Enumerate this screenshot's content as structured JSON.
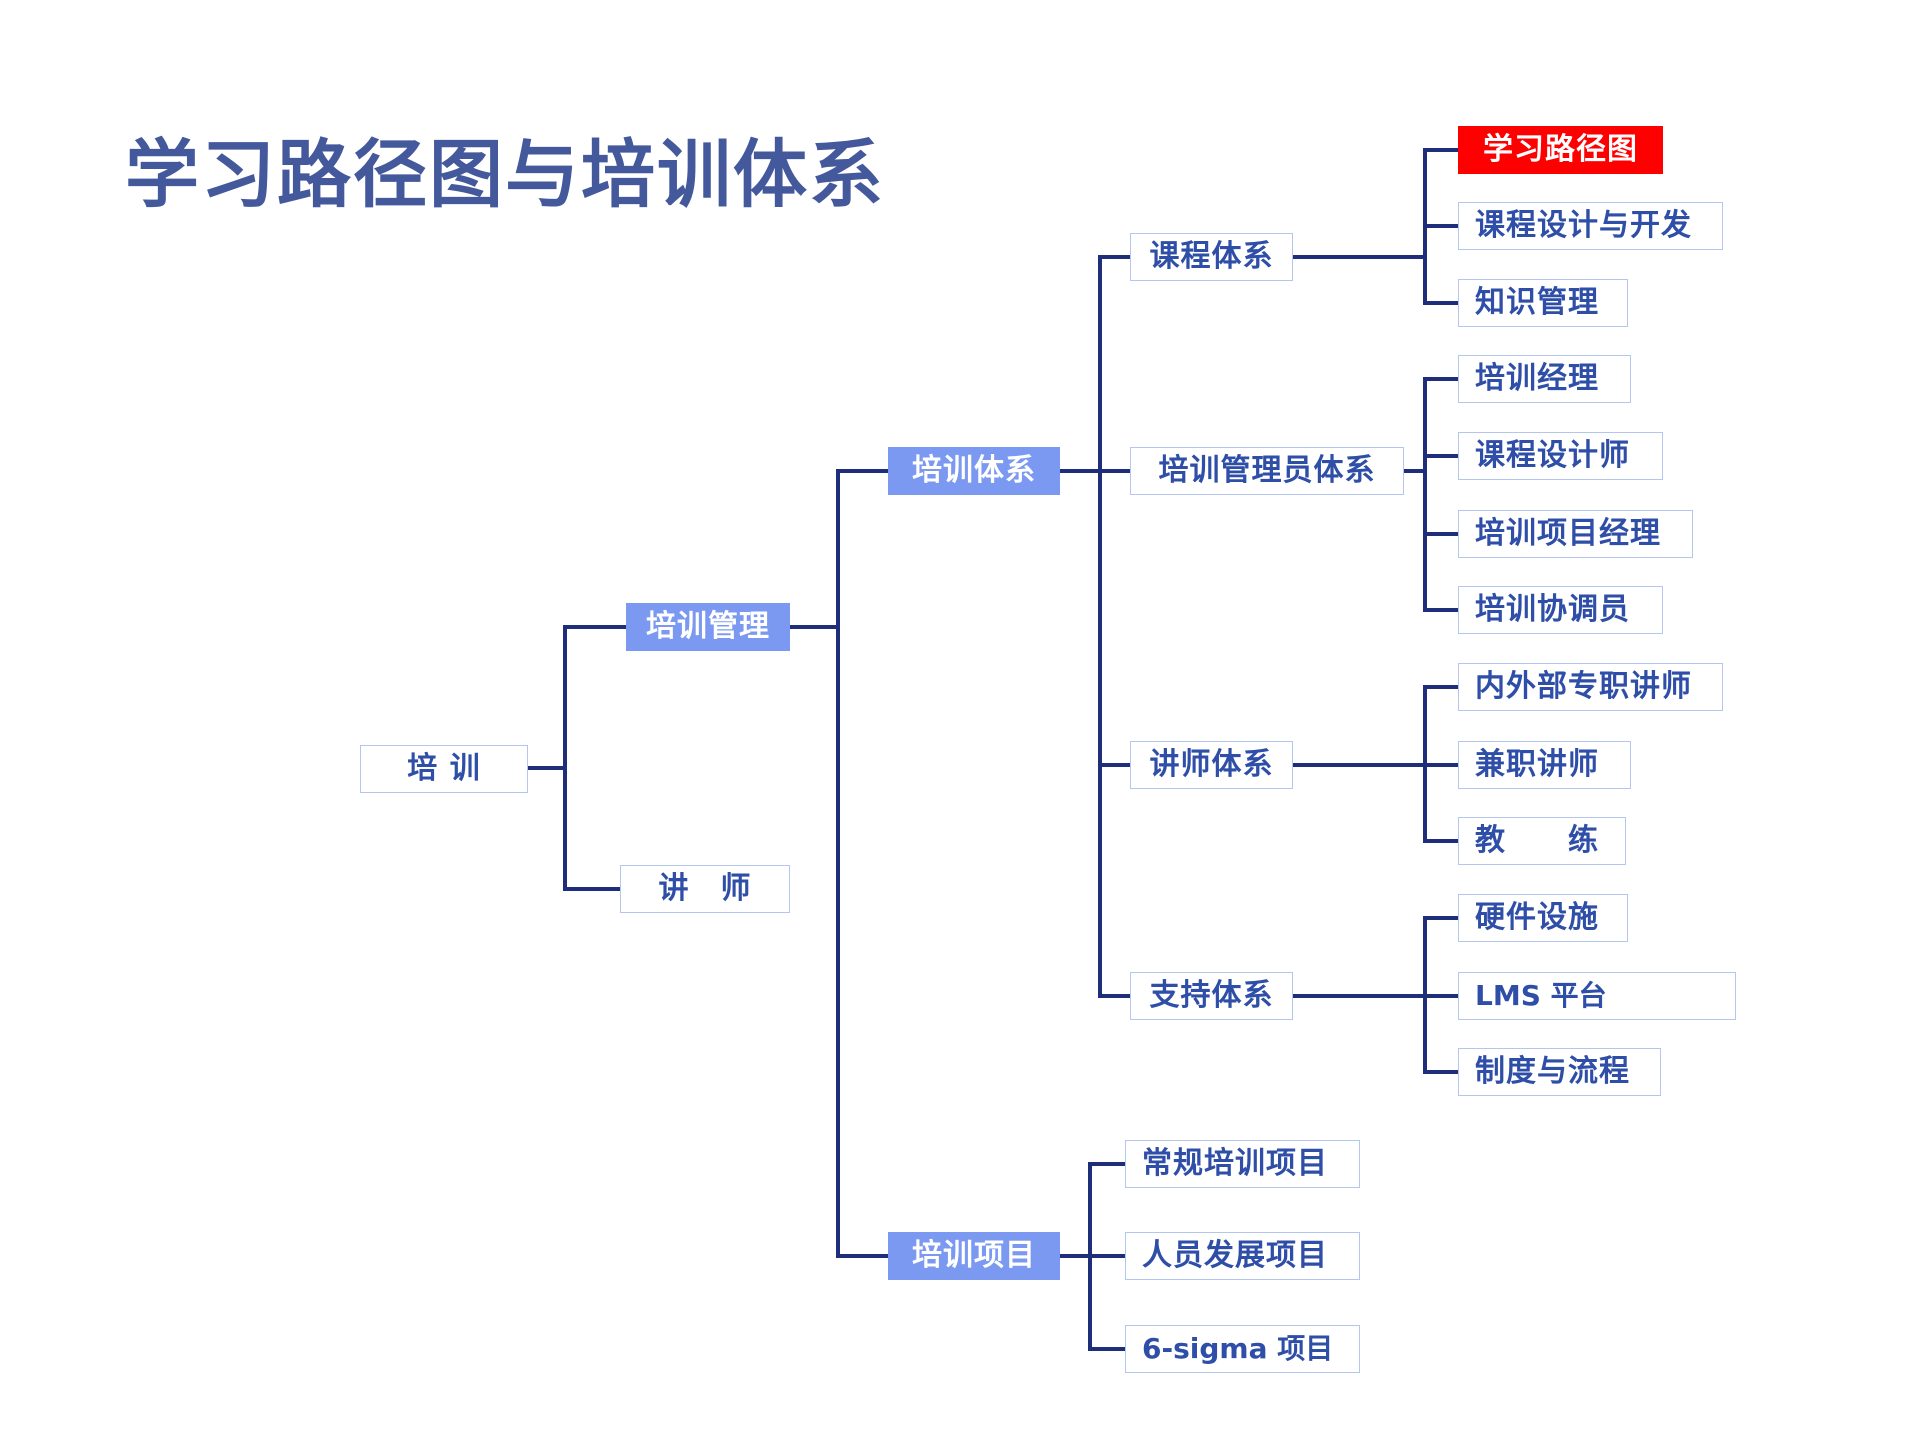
{
  "slide": {
    "title": "学习路径图与培训体系",
    "background_color": "#FFFFFF",
    "title_color": "#44589C"
  },
  "theme": {
    "node_text_color": "#2E4EA8",
    "node_border_color": "#B3C6F0",
    "node_fill_color": "#7B99F0",
    "highlight_fill_color": "#FF0000",
    "highlight_text_color": "#FFFFFF",
    "connector_color": "#1F2E7A"
  },
  "tree": {
    "root": {
      "label": "培  训",
      "style": "plain"
    },
    "level1": [
      {
        "label": "培训管理",
        "style": "filled"
      },
      {
        "label": "讲　师",
        "style": "plain"
      }
    ],
    "level2": [
      {
        "label": "培训体系",
        "style": "filled"
      },
      {
        "label": "培训项目",
        "style": "filled"
      }
    ],
    "level3": [
      {
        "label": "课程体系",
        "style": "plain"
      },
      {
        "label": "培训管理员体系",
        "style": "plain"
      },
      {
        "label": "讲师体系",
        "style": "plain"
      },
      {
        "label": "支持体系",
        "style": "plain"
      }
    ],
    "course_system_children": [
      {
        "label": "学习路径图",
        "style": "alert"
      },
      {
        "label": "课程设计与开发",
        "style": "plain"
      },
      {
        "label": "知识管理",
        "style": "plain"
      }
    ],
    "admin_system_children": [
      {
        "label": "培训经理",
        "style": "plain"
      },
      {
        "label": "课程设计师",
        "style": "plain"
      },
      {
        "label": "培训项目经理",
        "style": "plain"
      },
      {
        "label": "培训协调员",
        "style": "plain"
      }
    ],
    "trainer_system_children": [
      {
        "label": "内外部专职讲师",
        "style": "plain"
      },
      {
        "label": "兼职讲师",
        "style": "plain"
      },
      {
        "label": "教　　练",
        "style": "plain"
      }
    ],
    "support_system_children": [
      {
        "label": "硬件设施",
        "style": "plain"
      },
      {
        "label": "LMS 平台",
        "style": "plain"
      },
      {
        "label": "制度与流程",
        "style": "plain"
      }
    ],
    "program_children": [
      {
        "label": "常规培训项目",
        "style": "plain"
      },
      {
        "label": "人员发展项目",
        "style": "plain"
      },
      {
        "label": "6-sigma 项目",
        "style": "plain"
      }
    ]
  }
}
